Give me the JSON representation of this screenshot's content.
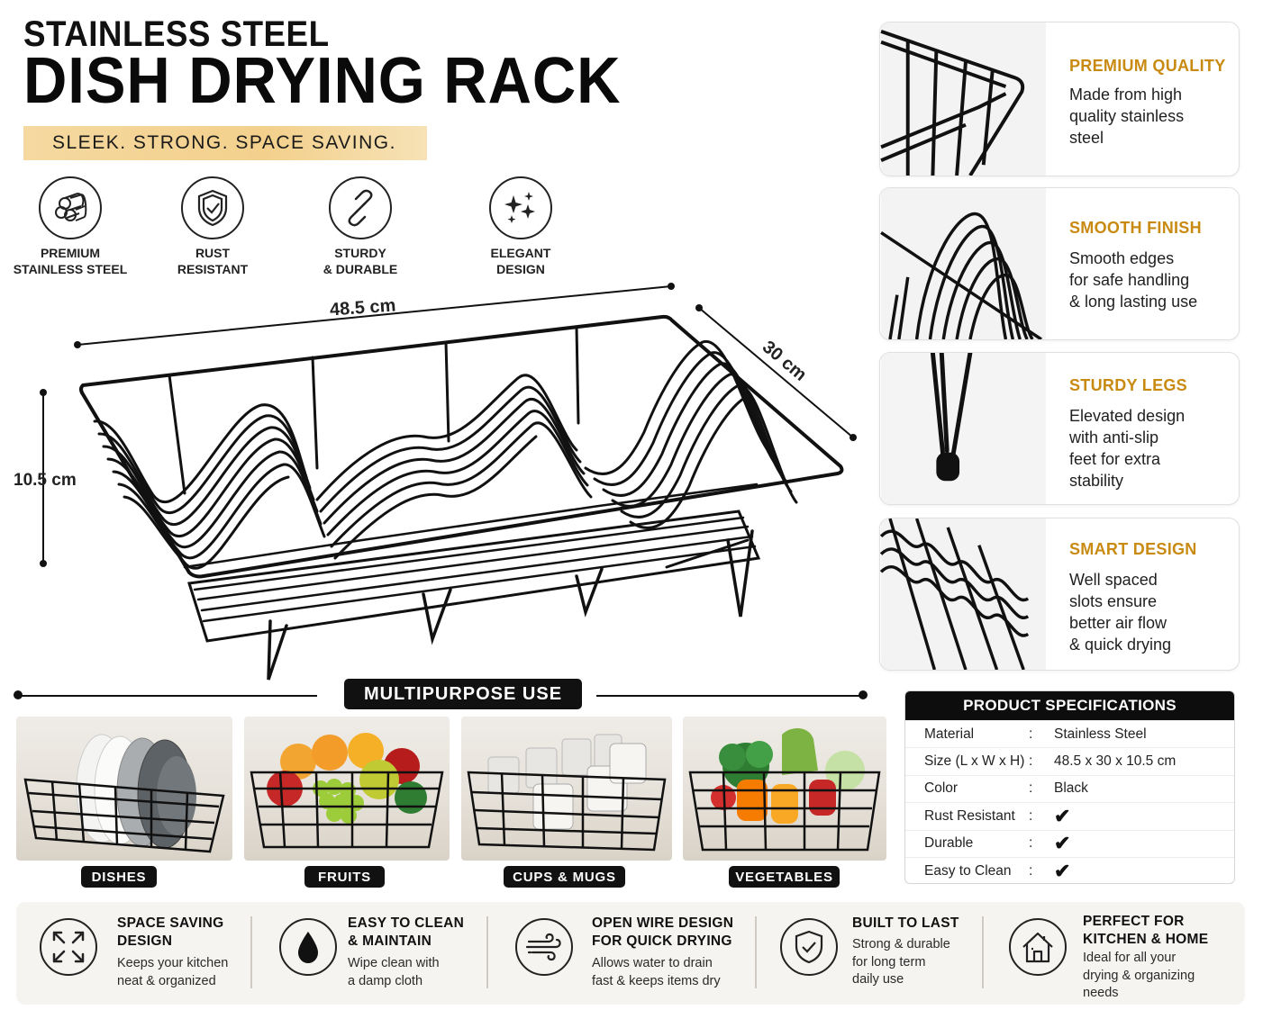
{
  "header": {
    "title_small": "STAINLESS STEEL",
    "title_big": "DISH DRYING RACK",
    "tagline": "SLEEK. STRONG. SPACE SAVING."
  },
  "features": [
    {
      "icon": "steel-rods-icon",
      "line1": "PREMIUM",
      "line2": "STAINLESS STEEL"
    },
    {
      "icon": "shield-check-icon",
      "line1": "RUST",
      "line2": "RESISTANT"
    },
    {
      "icon": "chain-link-icon",
      "line1": "STURDY",
      "line2": "& DURABLE"
    },
    {
      "icon": "sparkle-icon",
      "line1": "ELEGANT",
      "line2": "DESIGN"
    }
  ],
  "dimensions": {
    "length": "48.5 cm",
    "width": "30 cm",
    "height": "10.5 cm"
  },
  "cards": [
    {
      "title": "PREMIUM QUALITY",
      "desc": [
        "Made from high",
        "quality stainless",
        "steel"
      ]
    },
    {
      "title": "SMOOTH FINISH",
      "desc": [
        "Smooth edges",
        "for safe handling",
        "& long lasting use"
      ]
    },
    {
      "title": "STURDY LEGS",
      "desc": [
        "Elevated design",
        "with anti-slip",
        "feet for extra",
        "stability"
      ]
    },
    {
      "title": "SMART DESIGN",
      "desc": [
        "Well spaced",
        "slots ensure",
        "better air flow",
        "& quick drying"
      ]
    }
  ],
  "multipurpose": {
    "heading": "MULTIPURPOSE USE",
    "uses": [
      "DISHES",
      "FRUITS",
      "CUPS & MUGS",
      "VEGETABLES"
    ]
  },
  "specs": {
    "heading": "PRODUCT SPECIFICATIONS",
    "separator": ":",
    "rows": [
      {
        "key": "Material",
        "value": "Stainless Steel"
      },
      {
        "key": "Size (L x W x H)",
        "value": "48.5 x 30 x 10.5 cm"
      },
      {
        "key": "Color",
        "value": "Black"
      },
      {
        "key": "Rust Resistant",
        "value": "✔"
      },
      {
        "key": "Durable",
        "value": "✔"
      },
      {
        "key": "Easy to Clean",
        "value": "✔"
      }
    ]
  },
  "benefits": [
    {
      "icon": "expand-arrows-icon",
      "title": [
        "SPACE SAVING",
        "DESIGN"
      ],
      "desc": [
        "Keeps your kitchen",
        "neat & organized"
      ]
    },
    {
      "icon": "water-drop-icon",
      "title": [
        "EASY TO CLEAN",
        "& MAINTAIN"
      ],
      "desc": [
        "Wipe clean with",
        "a damp cloth"
      ]
    },
    {
      "icon": "wind-icon",
      "title": [
        "OPEN WIRE DESIGN",
        "FOR QUICK DRYING"
      ],
      "desc": [
        "Allows water to drain",
        "fast & keeps items dry"
      ]
    },
    {
      "icon": "shield-check-icon",
      "title": [
        "BUILT TO LAST"
      ],
      "desc": [
        "Strong & durable",
        "for long term",
        "daily use"
      ]
    },
    {
      "icon": "house-icon",
      "title": [
        "PERFECT FOR",
        "KITCHEN & HOME"
      ],
      "desc": [
        "Ideal for all your",
        "drying & organizing",
        "needs"
      ]
    }
  ]
}
